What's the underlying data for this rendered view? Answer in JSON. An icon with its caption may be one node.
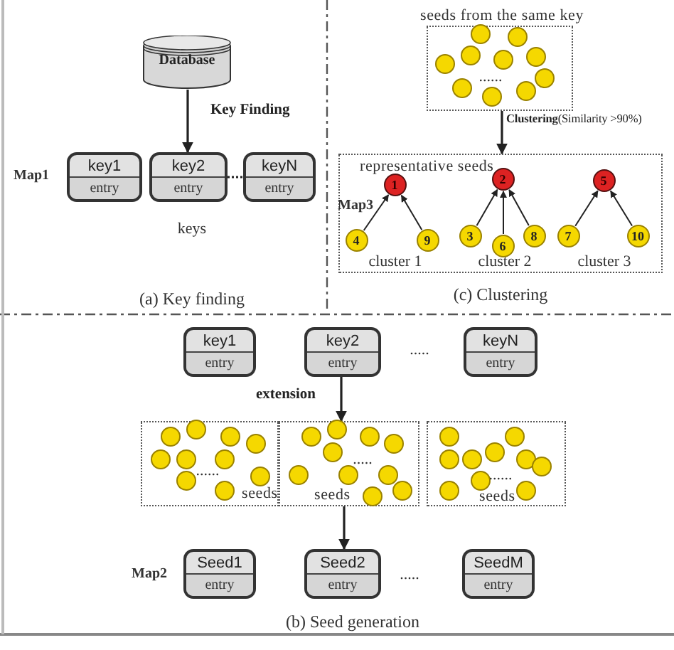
{
  "diagram": {
    "nodes": [
      {
        "text": [
          "Database"
        ]
      },
      {
        "text": [
          "key1",
          "entry"
        ]
      },
      {
        "text": [
          "key2",
          "entry"
        ]
      },
      {
        "text": [
          "keyN",
          "entry"
        ]
      },
      {
        "text": [
          "seeds from the same key"
        ]
      },
      {
        "text": [],
        "shape": "circle",
        "in": 4
      },
      {
        "text": [],
        "shape": "circle",
        "in": 4
      },
      {
        "text": [],
        "shape": "circle",
        "in": 4
      },
      {
        "text": [],
        "shape": "circle",
        "in": 4
      },
      {
        "text": [],
        "shape": "circle",
        "in": 4
      },
      {
        "text": [],
        "shape": "circle",
        "in": 4
      },
      {
        "text": [],
        "shape": "circle",
        "in": 4
      },
      {
        "text": [],
        "shape": "circle",
        "in": 4
      },
      {
        "text": [],
        "shape": "circle",
        "in": 4
      },
      {
        "text": [],
        "shape": "circle",
        "in": 4
      },
      {
        "text": [
          "representative seeds"
        ]
      },
      {
        "text": [
          "1"
        ],
        "in": 15
      },
      {
        "text": [
          "2"
        ],
        "in": 15
      },
      {
        "text": [
          "5"
        ],
        "in": 15
      },
      {
        "text": [
          "4"
        ],
        "in": 15
      },
      {
        "text": [
          "9"
        ],
        "in": 15
      },
      {
        "text": [
          "3"
        ],
        "in": 15
      },
      {
        "text": [
          "6"
        ],
        "in": 15
      },
      {
        "text": [
          "8"
        ],
        "in": 15
      },
      {
        "text": [
          "7"
        ],
        "in": 15
      },
      {
        "text": [
          "10"
        ],
        "in": 15
      },
      {
        "text": [
          "key1",
          "entry"
        ]
      },
      {
        "text": [
          "key2",
          "entry"
        ]
      },
      {
        "text": [
          "keyN",
          "entry"
        ]
      },
      {
        "text": [
          "seeds"
        ]
      },
      {
        "text": [],
        "shape": "circle",
        "in": 29
      },
      {
        "text": [],
        "shape": "circle",
        "in": 29
      },
      {
        "text": [],
        "shape": "circle",
        "in": 29
      },
      {
        "text": [],
        "shape": "circle",
        "in": 29
      },
      {
        "text": [],
        "shape": "circle",
        "in": 29
      },
      {
        "text": [],
        "shape": "circle",
        "in": 29
      },
      {
        "text": [],
        "shape": "circle",
        "in": 29
      },
      {
        "text": [],
        "shape": "circle",
        "in": 29
      },
      {
        "text": [],
        "shape": "circle",
        "in": 29
      },
      {
        "text": [],
        "shape": "circle",
        "in": 29
      },
      {
        "text": [
          "seeds"
        ]
      },
      {
        "text": [],
        "shape": "circle",
        "in": 40
      },
      {
        "text": [],
        "shape": "circle",
        "in": 40
      },
      {
        "text": [],
        "shape": "circle",
        "in": 40
      },
      {
        "text": [],
        "shape": "circle",
        "in": 40
      },
      {
        "text": [],
        "shape": "circle",
        "in": 40
      },
      {
        "text": [],
        "shape": "circle",
        "in": 40
      },
      {
        "text": [],
        "shape": "circle",
        "in": 40
      },
      {
        "text": [],
        "shape": "circle",
        "in": 40
      },
      {
        "text": [],
        "shape": "circle",
        "in": 40
      },
      {
        "text": [],
        "shape": "circle",
        "in": 40
      },
      {
        "text": [
          "seeds"
        ]
      },
      {
        "text": [],
        "shape": "circle",
        "in": 51
      },
      {
        "text": [],
        "shape": "circle",
        "in": 51
      },
      {
        "text": [],
        "shape": "circle",
        "in": 51
      },
      {
        "text": [],
        "shape": "circle",
        "in": 51
      },
      {
        "text": [],
        "shape": "circle",
        "in": 51
      },
      {
        "text": [],
        "shape": "circle",
        "in": 51
      },
      {
        "text": [],
        "shape": "circle",
        "in": 51
      },
      {
        "text": [],
        "shape": "circle",
        "in": 51
      },
      {
        "text": [],
        "shape": "circle",
        "in": 51
      },
      {
        "text": [],
        "shape": "circle",
        "in": 51
      },
      {
        "text": [
          "Seed1",
          "entry"
        ]
      },
      {
        "text": [
          "Seed2",
          "entry"
        ]
      },
      {
        "text": [
          "SeedM",
          "entry"
        ]
      }
    ],
    "edges": [
      {
        "from": 0,
        "to": 2,
        "arrow": "to",
        "label": "Key Finding"
      },
      {
        "from": 2,
        "to": 3,
        "arrow": "none",
        "style": "dashed"
      },
      {
        "from": 4,
        "to": 15,
        "arrow": "to",
        "label": "**Clustering**(Similarity >90%)"
      },
      {
        "from": 19,
        "to": 16,
        "arrow": "to"
      },
      {
        "from": 20,
        "to": 16,
        "arrow": "to"
      },
      {
        "from": 21,
        "to": 17,
        "arrow": "to"
      },
      {
        "from": 22,
        "to": 17,
        "arrow": "to"
      },
      {
        "from": 23,
        "to": 17,
        "arrow": "to"
      },
      {
        "from": 24,
        "to": 18,
        "arrow": "to"
      },
      {
        "from": 25,
        "to": 18,
        "arrow": "to"
      },
      {
        "from": 27,
        "to": 40,
        "arrow": "to",
        "label": "extension"
      },
      {
        "from": 40,
        "to": 63,
        "arrow": "to"
      }
    ],
    "labels": [
      "Map1",
      "keys",
      "(a) Key finding",
      "......",
      "Map3",
      "cluster 1",
      "cluster 2",
      "cluster 3",
      "(c) Clustering",
      ".....",
      "......",
      ".....",
      "......",
      "Map2",
      ".....",
      "(b) Seed generation"
    ]
  }
}
